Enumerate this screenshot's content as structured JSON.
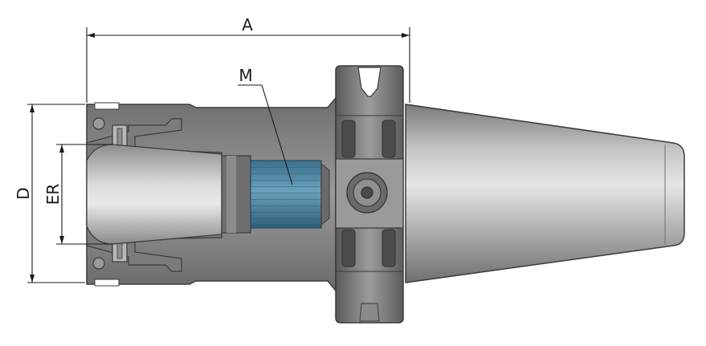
{
  "labels": {
    "length": "A",
    "diameter": "D",
    "collet": "ER",
    "thread": "M"
  },
  "colors": {
    "body": "#8a8a8a",
    "body_dark": "#5e5e5e",
    "outline": "#3a3a3a",
    "thread": "#4f86a3",
    "dimension": "#1a1a1a"
  }
}
